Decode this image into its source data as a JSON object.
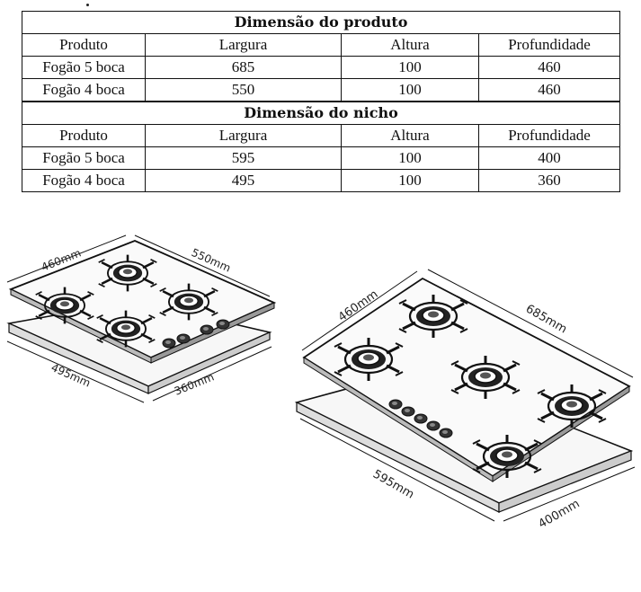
{
  "tables": [
    {
      "title": "Dimensão do produto",
      "headers": [
        "Produto",
        "Largura",
        "Altura",
        "Profundidade"
      ],
      "rows": [
        [
          "Fogão 5 boca",
          "685",
          "100",
          "460"
        ],
        [
          "Fogão 4 boca",
          "550",
          "100",
          "460"
        ]
      ]
    },
    {
      "title": "Dimensão do nicho",
      "headers": [
        "Produto",
        "Largura",
        "Altura",
        "Profundidade"
      ],
      "rows": [
        [
          "Fogão 5 boca",
          "595",
          "100",
          "400"
        ],
        [
          "Fogão 4 boca",
          "495",
          "100",
          "360"
        ]
      ]
    }
  ],
  "diagrams": {
    "four_burner": {
      "product_depth": "460mm",
      "product_width": "550mm",
      "niche_width": "495mm",
      "niche_depth": "360mm"
    },
    "five_burner": {
      "product_depth": "460mm",
      "product_width": "685mm",
      "niche_width": "595mm",
      "niche_depth": "400mm"
    }
  }
}
